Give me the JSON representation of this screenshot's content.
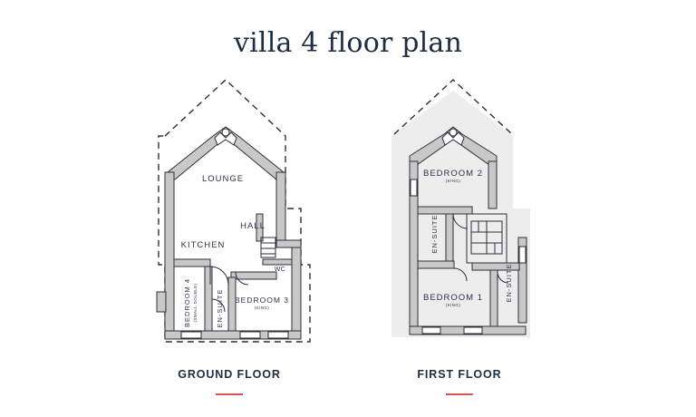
{
  "title": "villa 4 floor plan",
  "floors": {
    "ground": {
      "label": "GROUND FLOOR",
      "rooms": {
        "lounge": "LOUNGE",
        "hall": "HALL",
        "kitchen": "KITCHEN",
        "wc": "WC",
        "bedroom4": "BEDROOM 4",
        "bedroom4_size": "(SMALL DOUBLE)",
        "ensuite": "EN-SUITE",
        "bedroom3": "BEDROOM 3",
        "bedroom3_size": "(KING)"
      }
    },
    "first": {
      "label": "FIRST FLOOR",
      "rooms": {
        "bedroom2": "BEDROOM 2",
        "bedroom2_size": "(KING)",
        "ensuite_left": "EN-SUITE",
        "ensuite_right": "EN-SUITE",
        "bedroom1": "BEDROOM 1",
        "bedroom1_size": "(KING)"
      }
    }
  },
  "colors": {
    "wall": "#c8c8c8",
    "wall_outline": "#2b2f36",
    "text": "#1f2d44",
    "accent": "#d9564c",
    "shadow": "#ededed"
  }
}
